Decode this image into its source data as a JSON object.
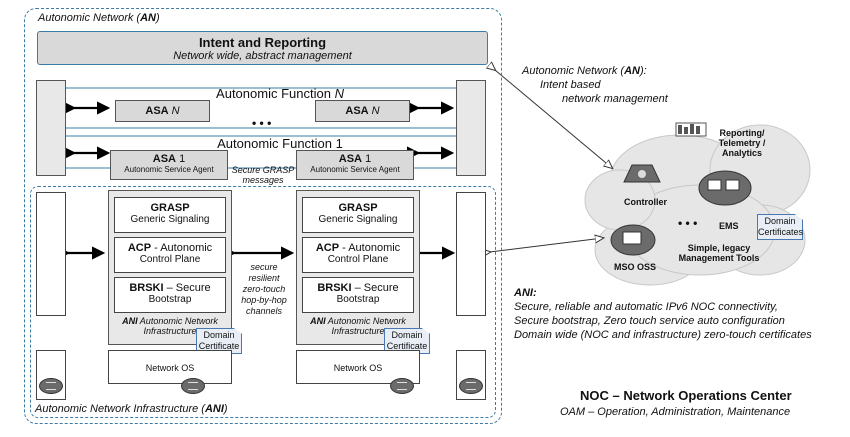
{
  "an_outer_label": {
    "prefix": "Autonomic Network (",
    "bold": "AN",
    "suffix": ")"
  },
  "intent": {
    "title": "Intent and Reporting",
    "subtitle": "Network wide, abstract management"
  },
  "func_n": {
    "prefix": "Autonomic Function ",
    "var": "N"
  },
  "func_1": "Autonomic Function 1",
  "asa_n": {
    "label": "ASA",
    "var": "N"
  },
  "asa_1": {
    "label": "ASA",
    "num": "1",
    "sub": "Autonomic Service Agent"
  },
  "ellipsis": "• • •",
  "grasp_messages": [
    "Secure GRASP",
    "messages"
  ],
  "grasp": {
    "title": "GRASP",
    "sub": "Generic Signaling"
  },
  "acp": {
    "title": "ACP",
    "rest": "  - Autonomic",
    "sub": "Control Plane"
  },
  "brski": {
    "title": "BRSKI",
    "rest": " – Secure",
    "sub": "Bootstrap"
  },
  "ani_infra": {
    "bold": "ANI",
    "rest": " Autonomic Network",
    "line2": "Infrastructure"
  },
  "domain_certificate": [
    "Domain",
    "Certificate"
  ],
  "secure_channels": [
    "secure",
    "resilient",
    "zero-touch",
    "hop-by-hop",
    "channels"
  ],
  "network_os": "Network OS",
  "ani_outer_label": {
    "prefix": "Autonomic Network Infrastructure (",
    "bold": "ANI",
    "suffix": ")"
  },
  "an_right": {
    "prefix": "Autonomic Network (",
    "bold": "AN",
    "suffix": "):",
    "line2": "Intent based",
    "line3": "network management"
  },
  "noc_cloud": {
    "reporting": [
      "Reporting/",
      "Telemetry /",
      "Analytics"
    ],
    "controller": "Controller",
    "ems": "EMS",
    "domain_certificates": [
      "Domain",
      "Certificates"
    ],
    "legacy": [
      "Simple, legacy",
      "Management Tools"
    ],
    "mso_oss": "MSO OSS",
    "dots": "• • •"
  },
  "ani_desc": {
    "title": "ANI:",
    "lines": [
      "Secure, reliable and automatic IPv6 NOC  connectivity,",
      "Secure bootstrap, Zero touch service  auto configuration",
      "Domain wide (NOC and infrastructure) zero-touch certificates"
    ]
  },
  "noc": {
    "title": "NOC – Network Operations Center",
    "sub": "OAM – Operation, Administration, Maintenance"
  },
  "colors": {
    "accent_blue": "#3a7ca5",
    "box_gray": "#d9d9d9",
    "cloud_gray": "#e6e6e6"
  }
}
